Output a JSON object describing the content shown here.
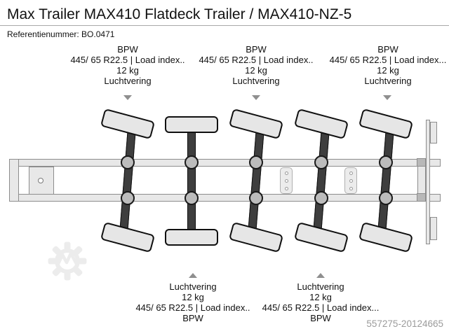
{
  "header": {
    "title": "Max Trailer MAX410 Flatdeck Trailer / MAX410-NZ-5",
    "reference": "Referentienummer: BO.0471"
  },
  "diagram": {
    "type": "trailer-axle-configuration-top-view",
    "axle_count": 5,
    "axles": [
      {
        "index": 1,
        "label_side": "top",
        "steered": true,
        "brand": "BPW",
        "tire_spec": "445/ 65 R22.5 | Load index..",
        "weight": "12 kg",
        "suspension": "Luchtvering"
      },
      {
        "index": 2,
        "label_side": "bottom",
        "steered": false,
        "brand": "BPW",
        "tire_spec": "445/ 65 R22.5 | Load index..",
        "weight": "12 kg",
        "suspension": "Luchtvering"
      },
      {
        "index": 3,
        "label_side": "top",
        "steered": true,
        "brand": "BPW",
        "tire_spec": "445/ 65 R22.5 | Load index..",
        "weight": "12 kg",
        "suspension": "Luchtvering"
      },
      {
        "index": 4,
        "label_side": "bottom",
        "steered": true,
        "brand": "BPW",
        "tire_spec": "445/ 65 R22.5 | Load index...",
        "weight": "12 kg",
        "suspension": "Luchtvering"
      },
      {
        "index": 5,
        "label_side": "top",
        "steered": true,
        "brand": "BPW",
        "tire_spec": "445/ 65 R22.5 | Load index...",
        "weight": "12 kg",
        "suspension": "Luchtvering"
      }
    ]
  },
  "icons": {
    "top_arrow": "down-arrow-icon",
    "bottom_arrow": "up-arrow-icon",
    "watermark": "gear-watermark-icon"
  },
  "colors": {
    "tire_fill": "#e6e6e6",
    "axle_shaft": "#3e3e3e",
    "bellow_fill": "#bcbcbc",
    "chassis_fill": "#e8e8e8",
    "arrow_gray": "#8f8f8f",
    "watermark_gray": "#ececec",
    "footer_gray": "#9b9b9b"
  },
  "footer": {
    "listing_id": "557275-20124665"
  }
}
